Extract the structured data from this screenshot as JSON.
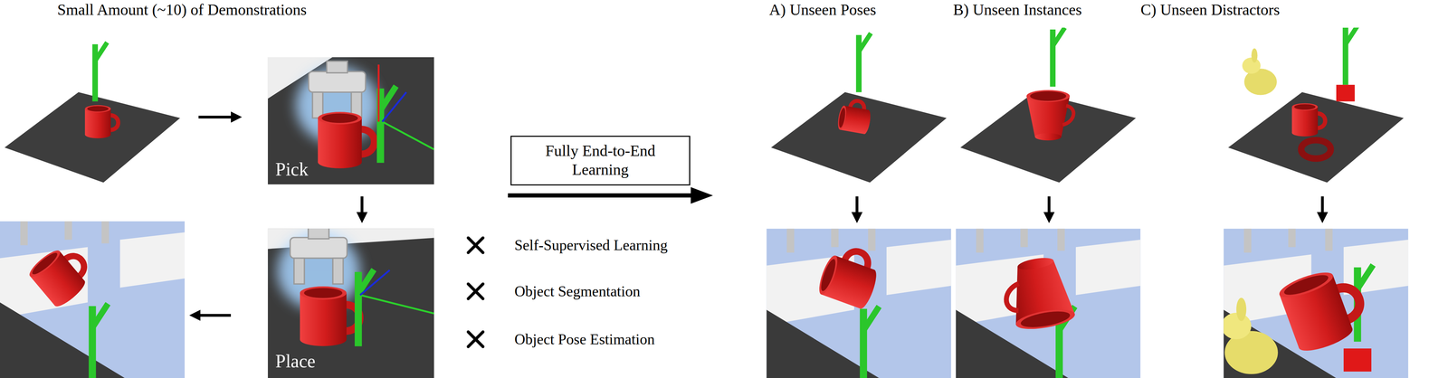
{
  "diagram": {
    "nodes": [
      {
        "text": [
          "Fully End-to-End Learning"
        ]
      }
    ],
    "labels": [
      "Small Amount (~10) of Demonstrations",
      "Pick",
      "Place",
      "Self-Supervised Learning",
      "Object Segmentation",
      "Object Pose Estimation",
      "A) Unseen Poses",
      "B) Unseen Instances",
      "C) Unseen Distractors"
    ]
  }
}
